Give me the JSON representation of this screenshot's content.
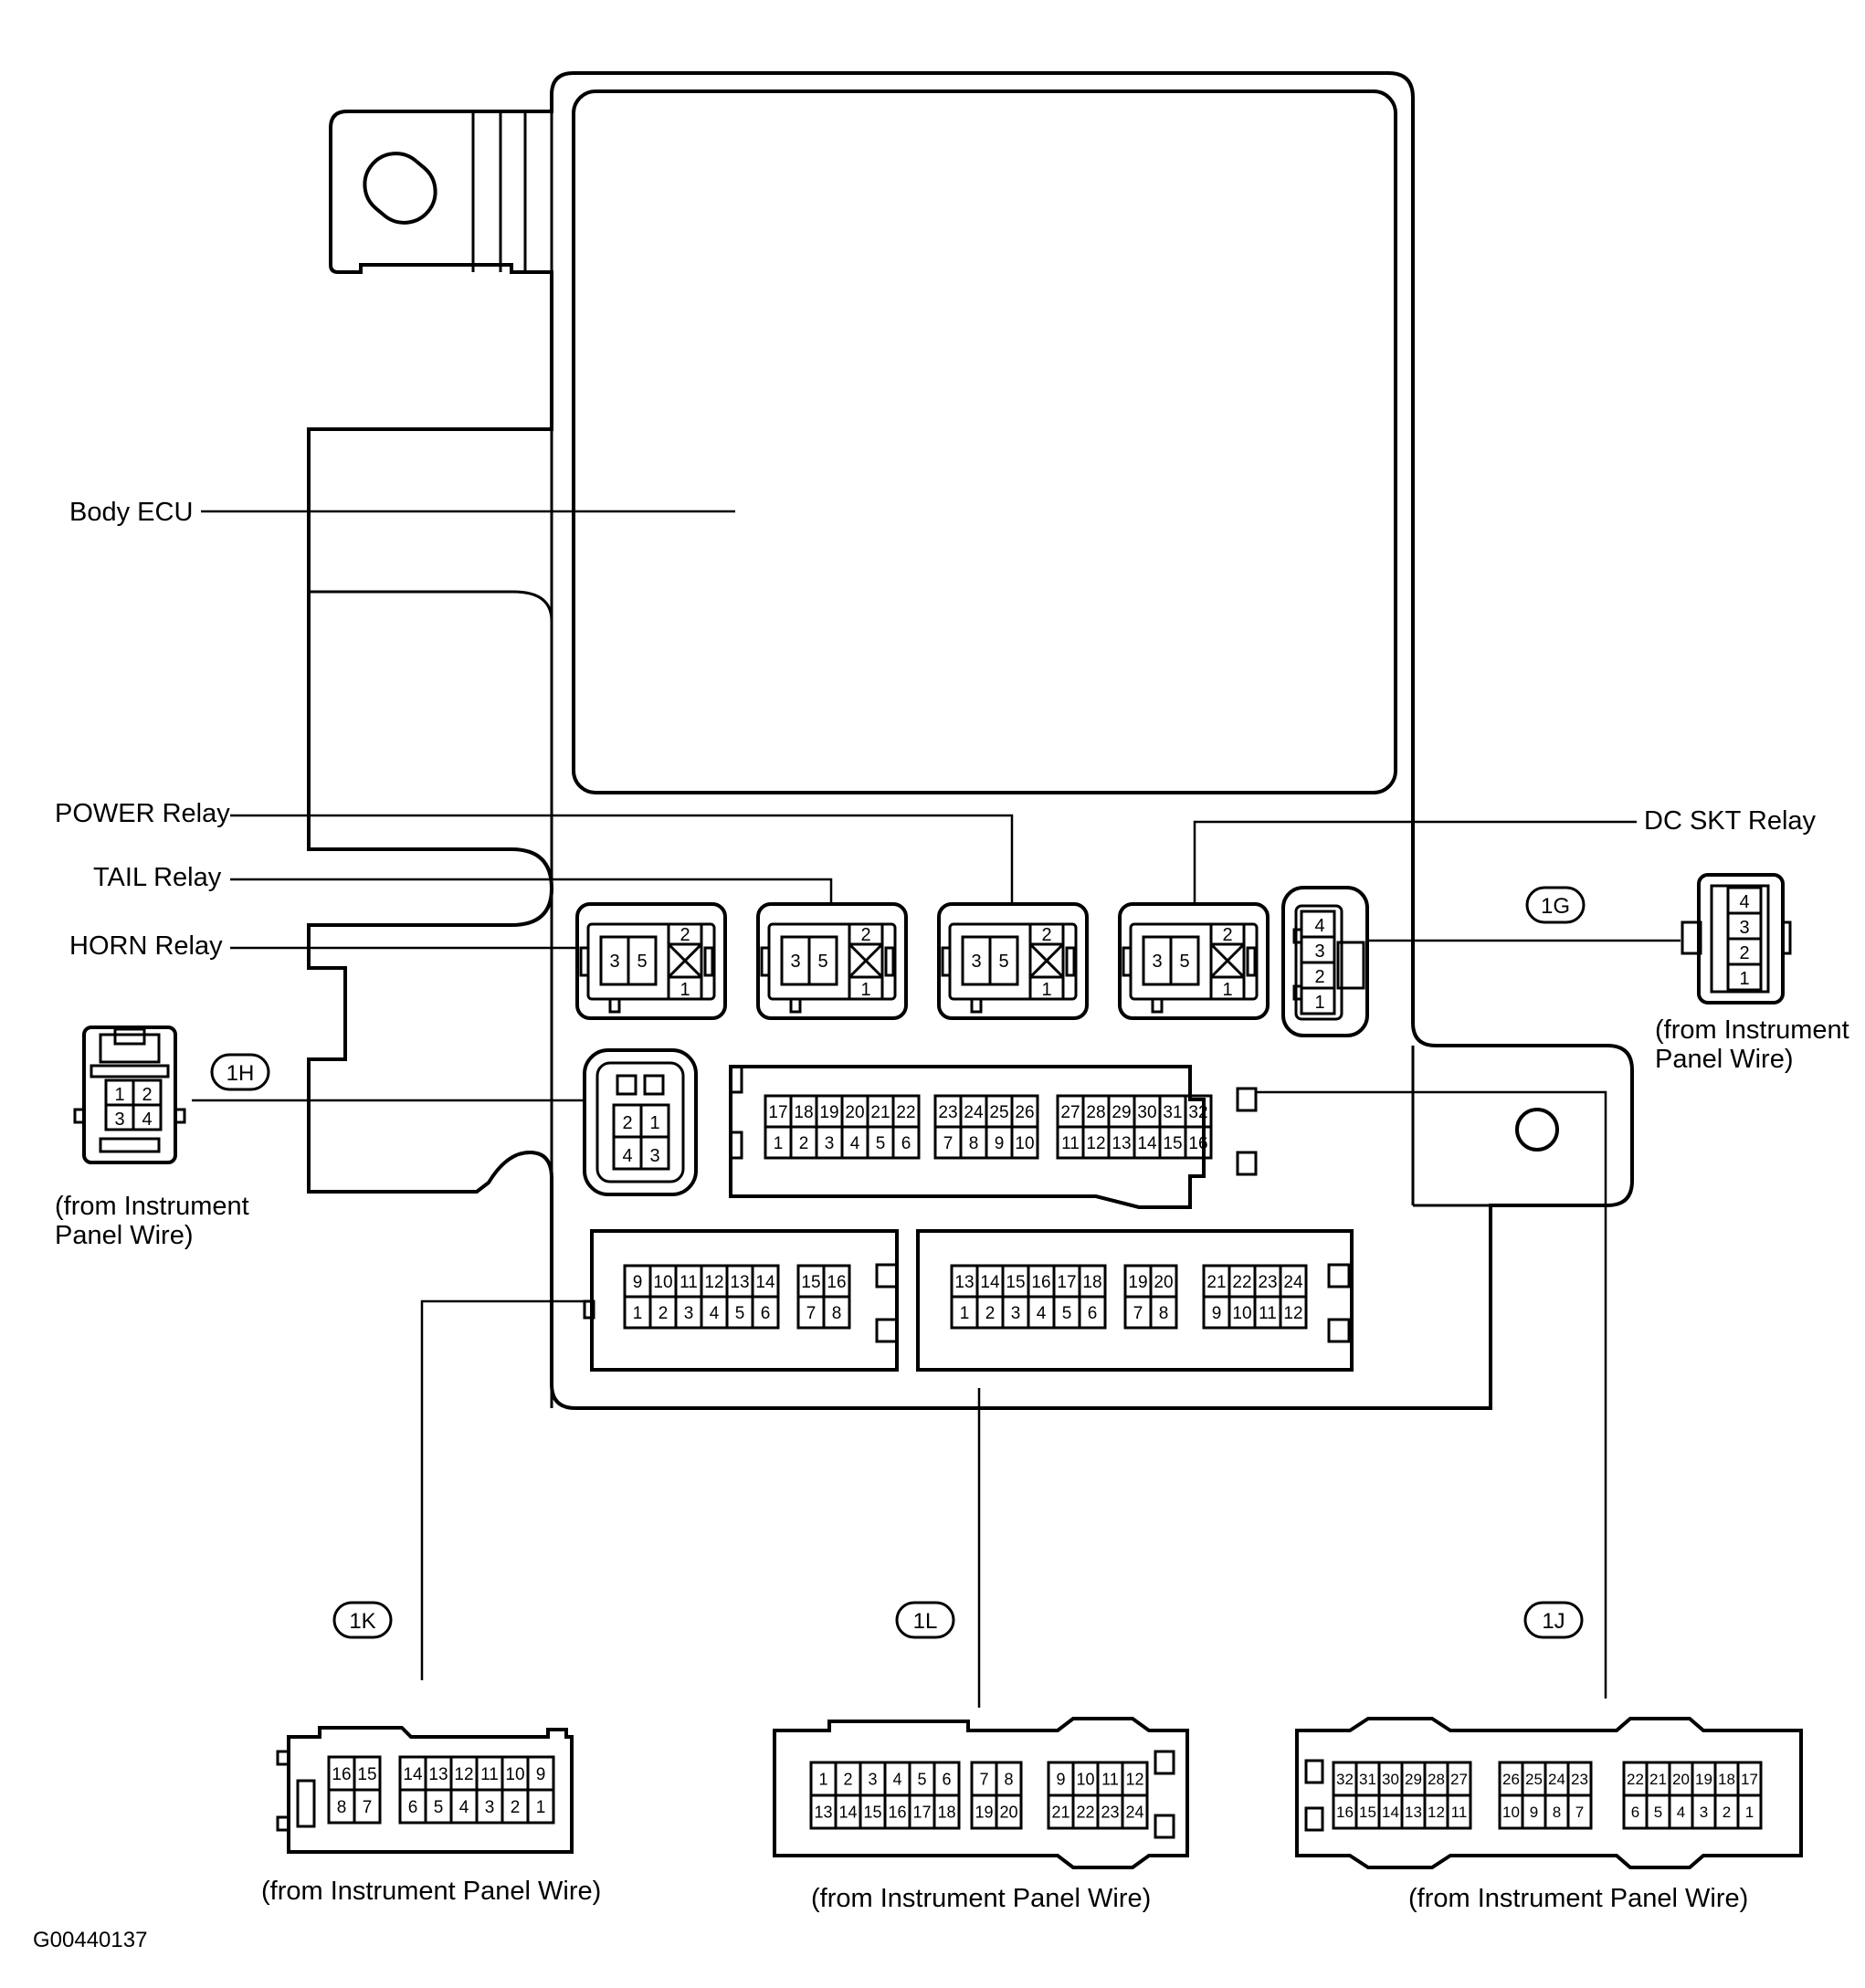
{
  "labels": {
    "body_ecu": "Body ECU",
    "power_relay": "POWER Relay",
    "tail_relay": "TAIL Relay",
    "horn_relay": "HORN Relay",
    "dc_skt_relay": "DC SKT Relay",
    "from_ip_wire_line1": "(from Instrument",
    "from_ip_wire_line2": "Panel Wire)",
    "from_ip_wire_full": "(from Instrument Panel Wire)",
    "figure_code": "G00440137"
  },
  "connector_codes": {
    "c1h": "1H",
    "c1g": "1G",
    "c1k": "1K",
    "c1l": "1L",
    "c1j": "1J"
  },
  "relay_pins": {
    "a": "3",
    "b": "5",
    "c": "2",
    "d": "1"
  },
  "pins": {
    "c1h": {
      "r1": [
        "1",
        "2"
      ],
      "r2": [
        "3",
        "4"
      ]
    },
    "c1h_socket": {
      "r1": [
        "2",
        "1"
      ],
      "r2": [
        "4",
        "3"
      ]
    },
    "c1g": [
      "4",
      "3",
      "2",
      "1"
    ],
    "c1j_socket": {
      "top": [
        "17",
        "18",
        "19",
        "20",
        "21",
        "22",
        "23",
        "24",
        "25",
        "26",
        "27",
        "28",
        "29",
        "30",
        "31",
        "32"
      ],
      "bot": [
        "1",
        "2",
        "3",
        "4",
        "5",
        "6",
        "7",
        "8",
        "9",
        "10",
        "11",
        "12",
        "13",
        "14",
        "15",
        "16"
      ]
    },
    "c1k_socket": {
      "top": [
        "9",
        "10",
        "11",
        "12",
        "13",
        "14",
        "15",
        "16"
      ],
      "bot": [
        "1",
        "2",
        "3",
        "4",
        "5",
        "6",
        "7",
        "8"
      ]
    },
    "c1l_socket": {
      "top": [
        "13",
        "14",
        "15",
        "16",
        "17",
        "18",
        "19",
        "20",
        "21",
        "22",
        "23",
        "24"
      ],
      "bot": [
        "1",
        "2",
        "3",
        "4",
        "5",
        "6",
        "7",
        "8",
        "9",
        "10",
        "11",
        "12"
      ]
    },
    "c1k_plug": {
      "top": [
        "16",
        "15",
        "14",
        "13",
        "12",
        "11",
        "10",
        "9"
      ],
      "bot": [
        "8",
        "7",
        "6",
        "5",
        "4",
        "3",
        "2",
        "1"
      ]
    },
    "c1l_plug": {
      "top": [
        "1",
        "2",
        "3",
        "4",
        "5",
        "6",
        "7",
        "8",
        "9",
        "10",
        "11",
        "12"
      ],
      "bot": [
        "13",
        "14",
        "15",
        "16",
        "17",
        "18",
        "19",
        "20",
        "21",
        "22",
        "23",
        "24"
      ]
    },
    "c1j_plug": {
      "top": [
        "32",
        "31",
        "30",
        "29",
        "28",
        "27",
        "26",
        "25",
        "24",
        "23",
        "22",
        "21",
        "20",
        "19",
        "18",
        "17"
      ],
      "bot": [
        "16",
        "15",
        "14",
        "13",
        "12",
        "11",
        "10",
        "9",
        "8",
        "7",
        "6",
        "5",
        "4",
        "3",
        "2",
        "1"
      ]
    }
  }
}
